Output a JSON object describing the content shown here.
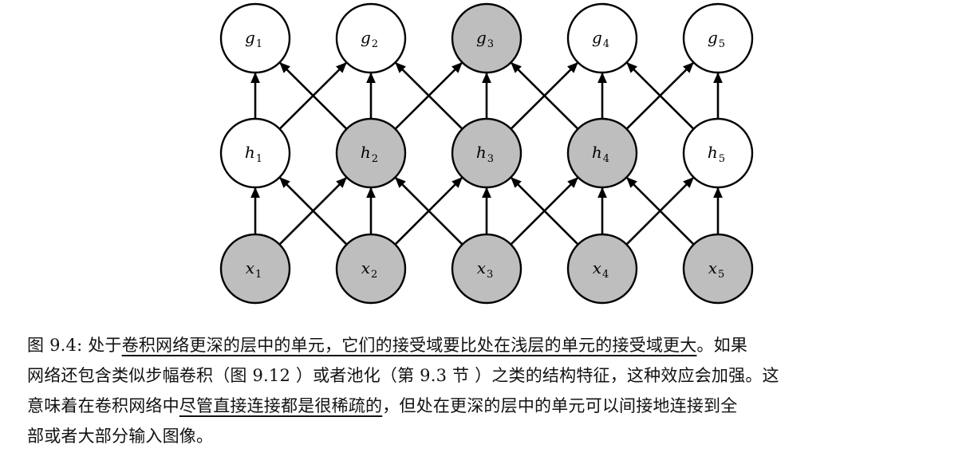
{
  "diagram": {
    "fill_colors": {
      "shaded": "#bebebe",
      "plain": "#ffffff"
    },
    "rows": [
      {
        "name": "g",
        "nodes": [
          {
            "base": "g",
            "sub": "1",
            "shaded": false
          },
          {
            "base": "g",
            "sub": "2",
            "shaded": false
          },
          {
            "base": "g",
            "sub": "3",
            "shaded": true
          },
          {
            "base": "g",
            "sub": "4",
            "shaded": false
          },
          {
            "base": "g",
            "sub": "5",
            "shaded": false
          }
        ]
      },
      {
        "name": "h",
        "nodes": [
          {
            "base": "h",
            "sub": "1",
            "shaded": false
          },
          {
            "base": "h",
            "sub": "2",
            "shaded": true
          },
          {
            "base": "h",
            "sub": "3",
            "shaded": true
          },
          {
            "base": "h",
            "sub": "4",
            "shaded": true
          },
          {
            "base": "h",
            "sub": "5",
            "shaded": false
          }
        ]
      },
      {
        "name": "x",
        "nodes": [
          {
            "base": "x",
            "sub": "1",
            "shaded": true
          },
          {
            "base": "x",
            "sub": "2",
            "shaded": true
          },
          {
            "base": "x",
            "sub": "3",
            "shaded": true
          },
          {
            "base": "x",
            "sub": "4",
            "shaded": true
          },
          {
            "base": "x",
            "sub": "5",
            "shaded": true
          }
        ]
      }
    ],
    "connectivity": "each unit connects to the unit directly above and its immediate left and right neighbors in the layer above"
  },
  "caption": {
    "line1": {
      "p1": "图 9.4: 处于",
      "u1": "卷积网络更深的层中的单元，它们的接受域要比处在浅层的单元的接受域更大",
      "p2": "。如果"
    },
    "line2": {
      "p1": "网络还包含类似步幅卷积（图 9.12 ）或者池化（第 9.3 节 ）之类的结构特征，这种效应会加强。这"
    },
    "line3": {
      "p1": "意味着在卷积网络中",
      "u1": "尽管直接连接都是很稀疏的",
      "p2": "，但处在更深的层中的单元可以间接地连接到全"
    },
    "line4": {
      "p1": "部或者大部分输入图像。"
    }
  }
}
